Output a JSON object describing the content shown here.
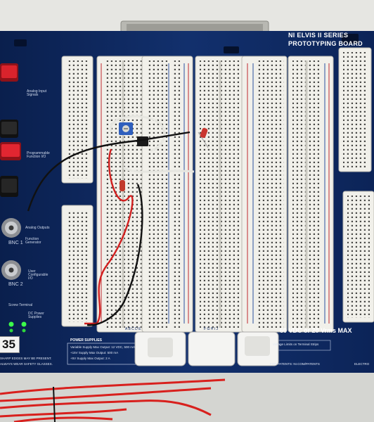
{
  "board": {
    "title_line1": "NI ELVIS II SERIES",
    "title_line2": "PROTOTYPING BOARD",
    "warning_line": "60 VDC or 20 Vrms MAX",
    "power_supplies_title": "POWER SUPPLIES",
    "power_line1": "Variable Supply Max Output: 12 VDC, 500 mA",
    "power_line2": "+15V Supply Max Output: 500 mA",
    "power_line3": "+5V Supply Max Output: 2 A",
    "footer_left_1": "SHARP EDGES MAY BE PRESENT.",
    "footer_left_2": "ALWAYS WEAR SAFETY GLASSES.",
    "footer_patents": "FOR PATENTS: NI.COM/PATENTS",
    "footer_right": "ELECTRO",
    "station_number": "35",
    "voltage_limits": "Voltage Limits on Terminal Strips"
  },
  "left_labels": {
    "analog_input": "Analog Input Signals",
    "pfi": "Programmable Function I/O",
    "bnc1": "BNC 1",
    "bnc2": "BNC 2",
    "analog_outputs": "Analog Outputs",
    "function_generator": "Function Generator",
    "user_configurable": "User Configurable I/O",
    "screw_terminal": "Screw Terminal",
    "dc_power": "DC Power Supplies"
  },
  "column_letters": [
    "A B C D E",
    "F G H I J"
  ],
  "colors": {
    "board_blue": "#0f2a63",
    "breadboard": "#f1f0ea",
    "rail_red": "#c0272d",
    "rail_blue": "#2b4f9e",
    "wire_red": "#d21f1f",
    "wire_black": "#111111",
    "led_green": "#3cff4a"
  }
}
